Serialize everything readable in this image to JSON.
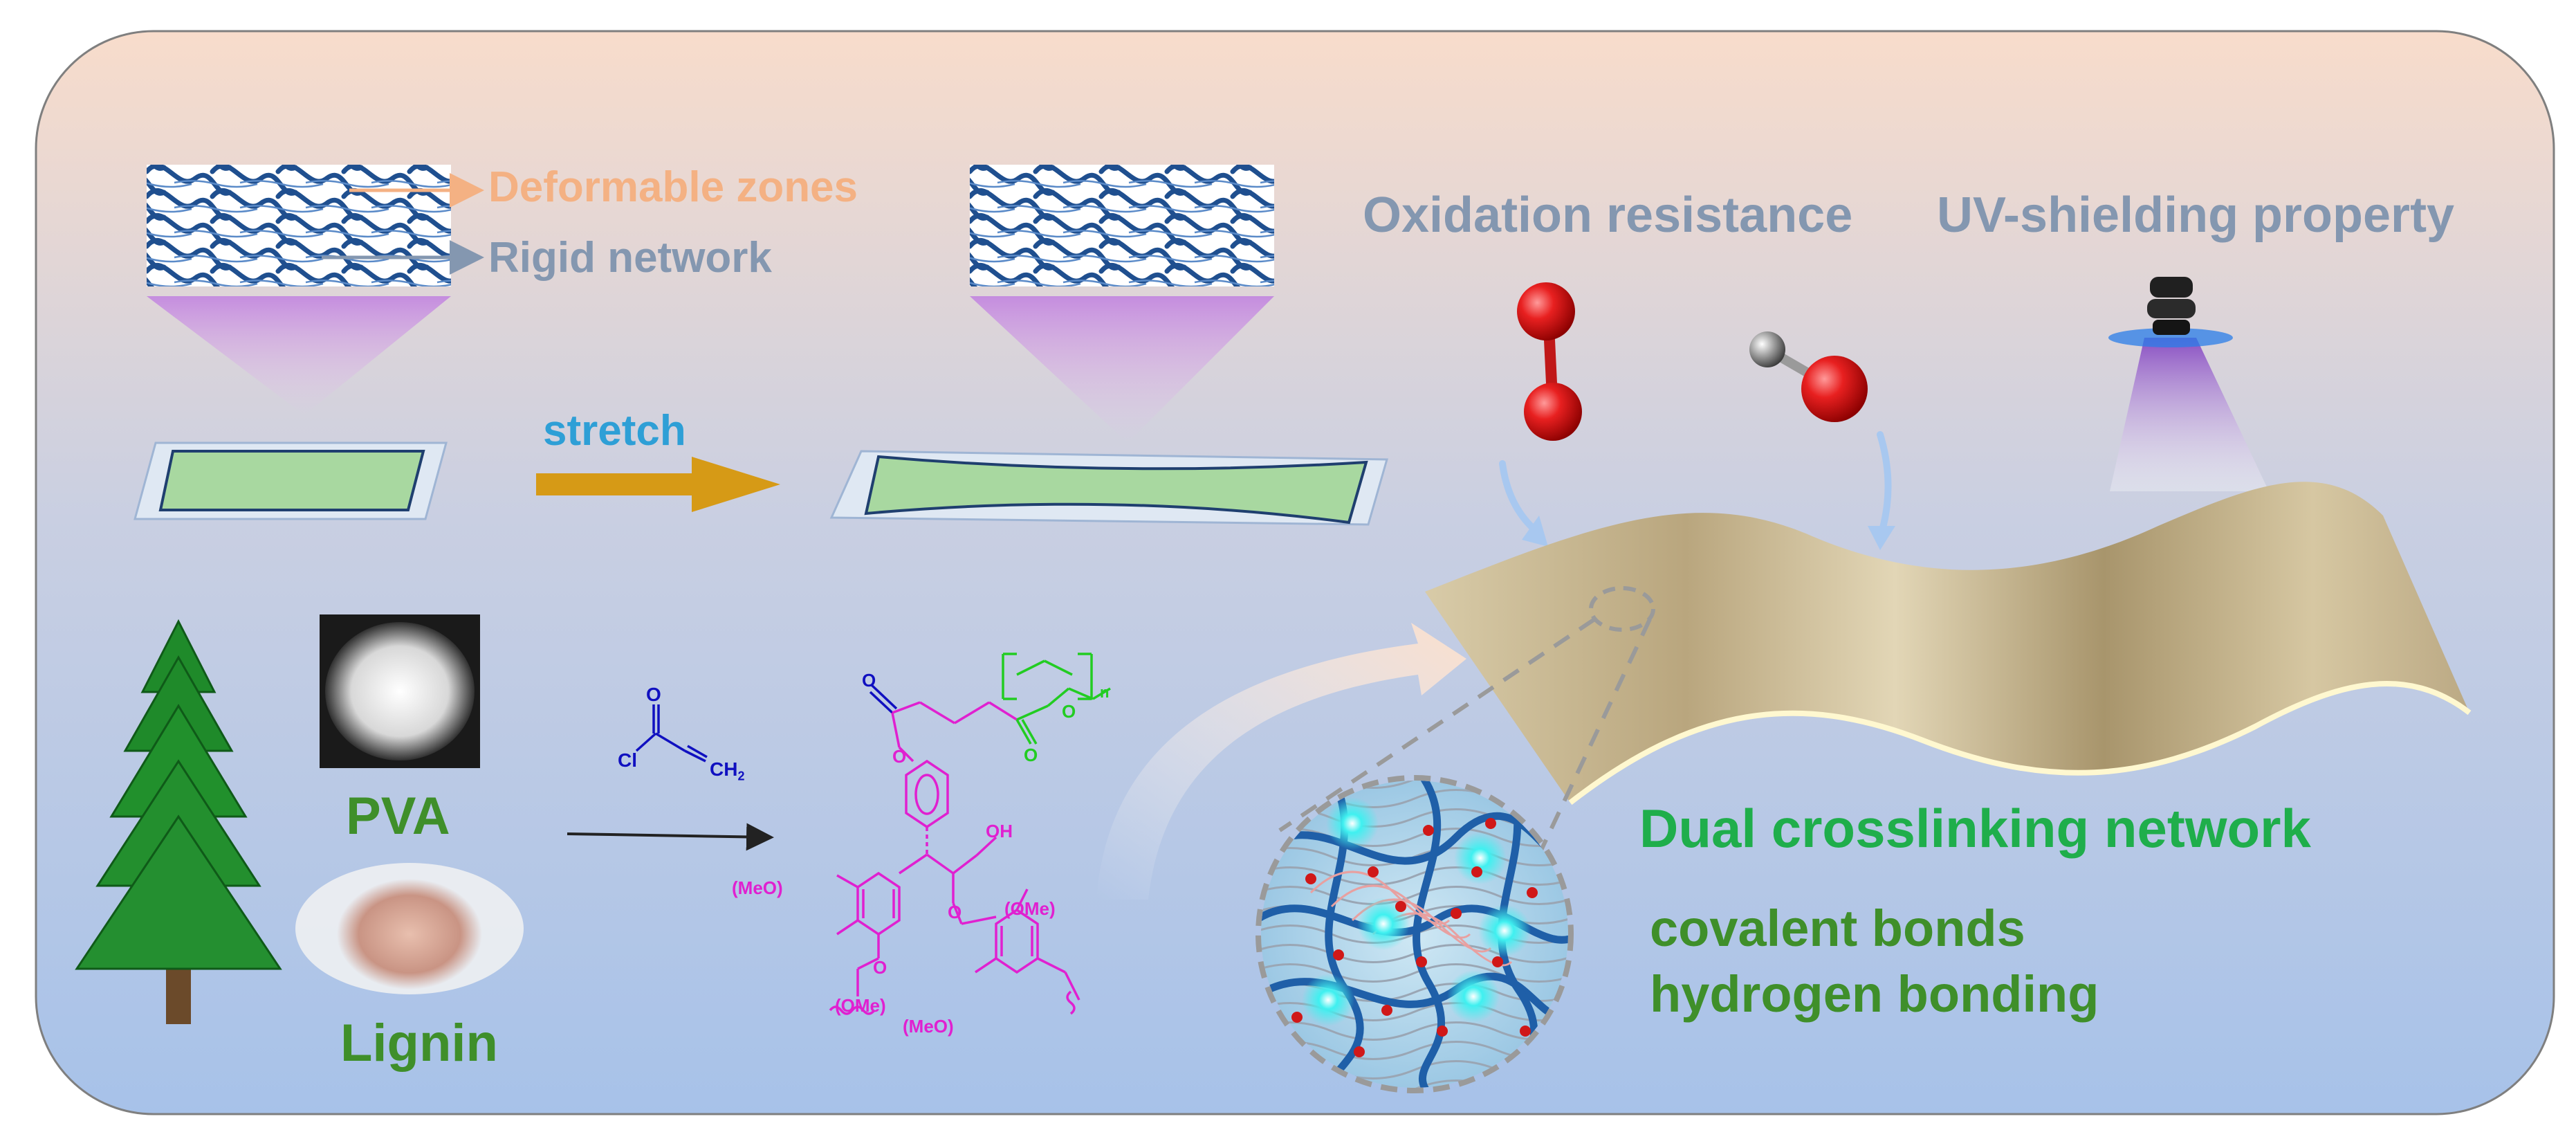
{
  "labels": {
    "deformable_zones": "Deformable zones",
    "rigid_network": "Rigid network",
    "stretch": "stretch",
    "oxidation_resistance": "Oxidation resistance",
    "uv_shielding": "UV-shielding property",
    "pva": "PVA",
    "lignin": "Lignin",
    "dual_crosslinking": "Dual crosslinking network",
    "covalent_bonds": "covalent bonds",
    "hydrogen_bonding": "hydrogen bonding"
  },
  "chem": {
    "acryl_o": "O",
    "acryl_cl": "Cl",
    "acryl_ch2": "CH",
    "acryl_ch2_sub": "2",
    "ester_o1": "O",
    "ester_o2": "O",
    "pva_o1": "O",
    "pva_o2": "O",
    "pva_n": "n",
    "oh": "OH",
    "ome_left": "(MeO)",
    "ome_bottom": "(OMe)",
    "ome_right": "(OMe)",
    "ome_right_bottom": "(MeO)",
    "ring_o_left": "O",
    "ring_o_mid": "O"
  },
  "colors": {
    "bg_top": "#f7dccb",
    "bg_bottom": "#a9c3e8",
    "deformable": "#f4b183",
    "rigid": "#8497b0",
    "stretch_text": "#2e9fd6",
    "arrow_orange": "#d69a16",
    "green_title": "#1fae4b",
    "green_text": "#3f8f2a",
    "lignin_magenta": "#e020d0",
    "acryl_blue": "#1010c0",
    "pva_green": "#22cc22",
    "oxygen_red": "#e02020",
    "film_tan": "#c9b994",
    "network_blue": "#1f5fa8"
  }
}
